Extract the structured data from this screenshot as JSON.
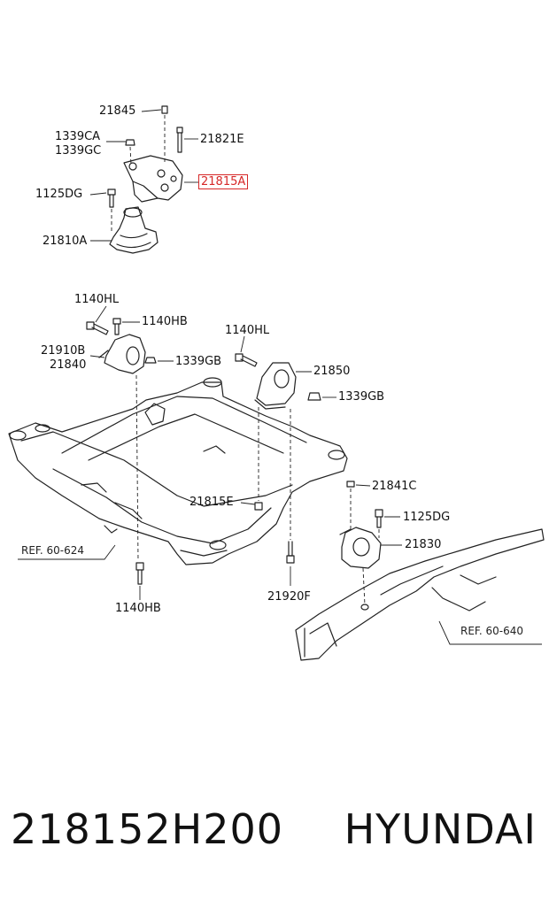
{
  "callouts": {
    "c21845": "21845",
    "c1339ca": "1339CA",
    "c1339gc": "1339GC",
    "c21821e": "21821E",
    "c21815a": "21815A",
    "c1125dg_top": "1125DG",
    "c21810a": "21810A",
    "c1140hl_left": "1140HL",
    "c1140hb_top": "1140HB",
    "c21910b": "21910B",
    "c21840": "21840",
    "c1339gb_left": "1339GB",
    "c1140hl_mid": "1140HL",
    "c21850": "21850",
    "c1339gb_right": "1339GB",
    "c21841c": "21841C",
    "c21815e": "21815E",
    "c1125dg_right": "1125DG",
    "c21830": "21830",
    "c1140hb_bottom": "1140HB",
    "c21920f": "21920F"
  },
  "refs": {
    "ref_left": "REF. 60-624",
    "ref_right": "REF. 60-640"
  },
  "footer": {
    "part_number": "218152H200",
    "brand": "HYUNDAI"
  },
  "colors": {
    "highlight": "#d62828",
    "line": "#222222"
  }
}
